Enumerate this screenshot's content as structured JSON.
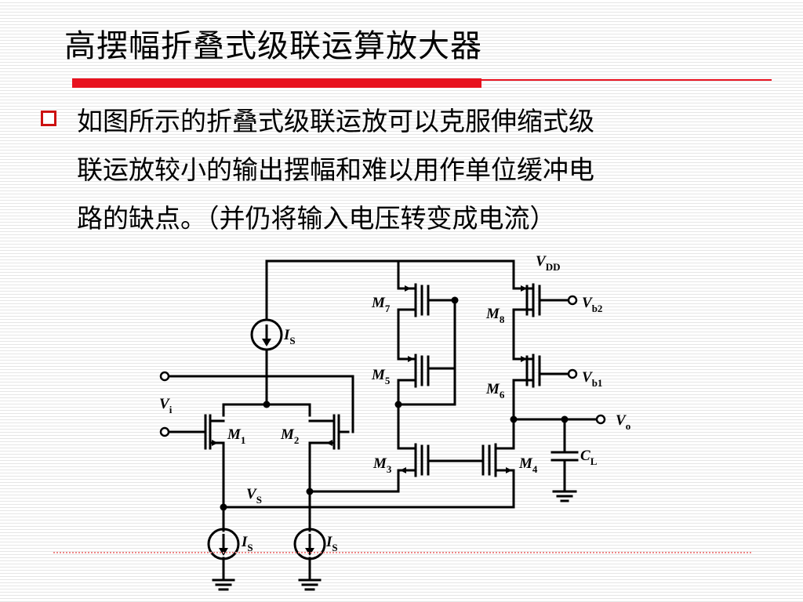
{
  "slide": {
    "title": "高摆幅折叠式级联运算放大器",
    "body_lines": [
      "如图所示的折叠式级联运放可以克服伸缩式级",
      "联运放较小的输出摆幅和难以用作单位缓冲电",
      "路的缺点。（并仍将输入电压转变成电流）"
    ]
  },
  "circuit": {
    "labels": {
      "vdd": {
        "main": "V",
        "sub": "DD"
      },
      "is_top": {
        "main": "I",
        "sub": "S"
      },
      "m7": {
        "main": "M",
        "sub": "7"
      },
      "m8": {
        "main": "M",
        "sub": "8"
      },
      "vb2": {
        "main": "V",
        "sub": "b2"
      },
      "m5": {
        "main": "M",
        "sub": "5"
      },
      "m6": {
        "main": "M",
        "sub": "6"
      },
      "vb1": {
        "main": "V",
        "sub": "b1"
      },
      "vi": {
        "main": "V",
        "sub": "i"
      },
      "m1": {
        "main": "M",
        "sub": "1"
      },
      "m2": {
        "main": "M",
        "sub": "2"
      },
      "vo": {
        "main": "V",
        "sub": "o"
      },
      "m3": {
        "main": "M",
        "sub": "3"
      },
      "m4": {
        "main": "M",
        "sub": "4"
      },
      "cl": {
        "main": "C",
        "sub": "L"
      },
      "vs": {
        "main": "V",
        "sub": "S"
      },
      "is_bl": {
        "main": "I",
        "sub": "S"
      },
      "is_br": {
        "main": "I",
        "sub": "S"
      }
    }
  }
}
